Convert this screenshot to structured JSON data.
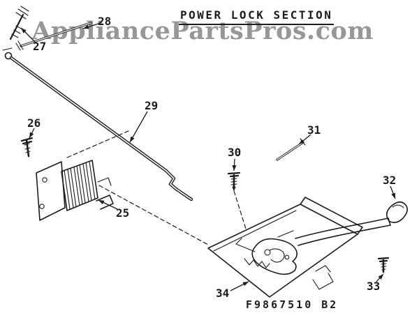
{
  "colors": {
    "ink": "#1c1c1c",
    "watermark": "#979797",
    "background": "#ffffff"
  },
  "diagram": {
    "title": "POWER LOCK SECTION",
    "watermark": "AppliancePartsPros.com",
    "figure_number": "F9867510 B2"
  },
  "parts": [
    {
      "label": "25"
    },
    {
      "label": "26"
    },
    {
      "label": "27"
    },
    {
      "label": "28"
    },
    {
      "label": "29"
    },
    {
      "label": "30"
    },
    {
      "label": "31"
    },
    {
      "label": "32"
    },
    {
      "label": "33"
    },
    {
      "label": "34"
    }
  ]
}
